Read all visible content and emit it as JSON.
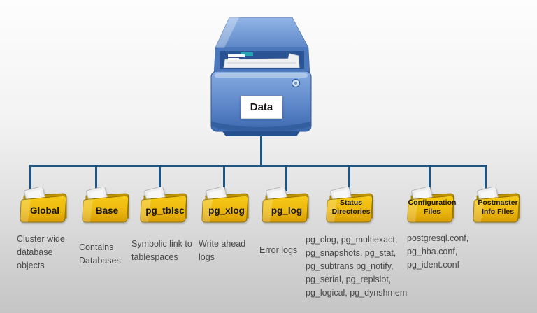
{
  "theme": {
    "line-color": "#1d5585",
    "folder-back": "#bd9300",
    "folder-edge": "#8f6f00",
    "desc-color": "#484848",
    "label-color": "#161616",
    "bg-top": "#fdfdfd",
    "bg-bottom": "#c5c5c5"
  },
  "colors_note": {
    "folder_front_light": "#f6ca16",
    "folder_front_dark": "#d79c03",
    "cabinet_blue_light": "#85abdf",
    "cabinet_blue_dark": "#3c68ae"
  },
  "diagram": {
    "root_label": "Data",
    "folders": [
      {
        "name": "Global",
        "desc": "Cluster wide\ndatabase\nobjects"
      },
      {
        "name": "Base",
        "desc": "Contains\nDatabases"
      },
      {
        "name": "pg_tblsc",
        "desc": "Symbolic link to\ntablespaces"
      },
      {
        "name": "pg_xlog",
        "desc": "Write ahead\nlogs"
      },
      {
        "name": "pg_log",
        "desc": "Error logs"
      },
      {
        "name": "Status\nDirectories",
        "desc": "pg_clog, pg_multiexact,\npg_snapshots, pg_stat,\npg_subtrans,pg_notify,\npg_serial, pg_replslot,\npg_logical, pg_dynshmem"
      },
      {
        "name": "Configuration\nFiles",
        "desc": "postgresql.conf,\npg_hba.conf,\npg_ident.conf"
      },
      {
        "name": "Postmaster\nInfo Files",
        "desc": ""
      }
    ]
  }
}
